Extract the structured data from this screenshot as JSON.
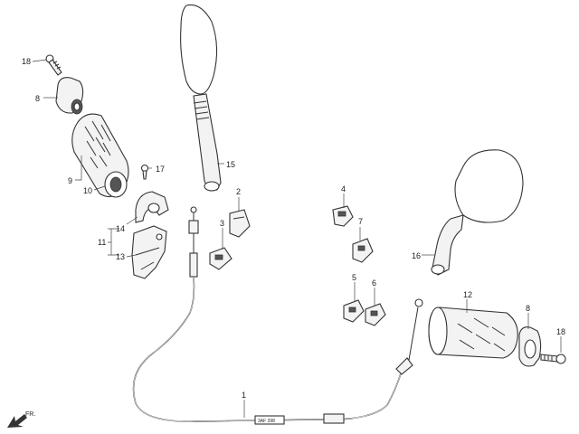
{
  "callouts": {
    "c1": "1",
    "c2": "2",
    "c3": "3",
    "c4": "4",
    "c5": "5",
    "c6": "6",
    "c7": "7",
    "c8a": "8",
    "c8b": "8",
    "c9": "9",
    "c10": "10",
    "c11": "11",
    "c12": "12",
    "c13": "13",
    "c14": "14",
    "c15": "15",
    "c16": "16",
    "c17": "17",
    "c18a": "18",
    "c18b": "18"
  },
  "cable_marking": "3AF 398",
  "front_arrow": {
    "label": "FR.",
    "icon": "arrow-front-icon"
  },
  "colors": {
    "line": "#333333",
    "fill": "#f3f3f3",
    "background": "#ffffff"
  }
}
